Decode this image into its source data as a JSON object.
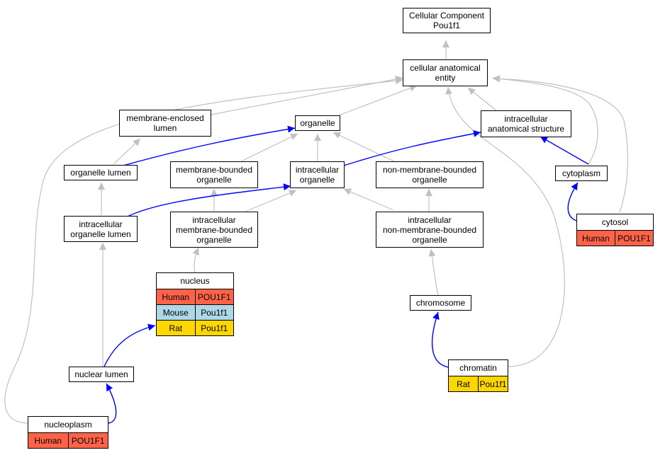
{
  "nodes": {
    "root": {
      "line1": "Cellular Component",
      "line2": "Pou1f1"
    },
    "cae": {
      "line1": "cellular anatomical",
      "line2": "entity"
    },
    "mel": {
      "line1": "membrane-enclosed",
      "line2": "lumen"
    },
    "organelle": {
      "label": "organelle"
    },
    "ias": {
      "line1": "intracellular",
      "line2": "anatomical structure"
    },
    "olumen": {
      "label": "organelle lumen"
    },
    "mbo": {
      "line1": "membrane-bounded",
      "line2": "organelle"
    },
    "io": {
      "line1": "intracellular",
      "line2": "organelle"
    },
    "nmbo": {
      "line1": "non-membrane-bounded",
      "line2": "organelle"
    },
    "cytoplasm": {
      "label": "cytoplasm"
    },
    "iol": {
      "line1": "intracellular",
      "line2": "organelle lumen"
    },
    "imbo": {
      "line1": "intracellular",
      "line2": "membrane-bounded",
      "line3": "organelle"
    },
    "inmbo": {
      "line1": "intracellular",
      "line2": "non-membrane-bounded",
      "line3": "organelle"
    },
    "chromosome": {
      "label": "chromosome"
    },
    "nlumen": {
      "label": "nuclear lumen"
    }
  },
  "cards": {
    "cytosol": {
      "title": "cytosol",
      "rows": [
        {
          "species": "Human",
          "gene": "POU1F1"
        }
      ]
    },
    "nucleus": {
      "title": "nucleus",
      "rows": [
        {
          "species": "Human",
          "gene": "POU1F1"
        },
        {
          "species": "Mouse",
          "gene": "Pou1f1"
        },
        {
          "species": "Rat",
          "gene": "Pou1f1"
        }
      ]
    },
    "chromatin": {
      "title": "chromatin",
      "rows": [
        {
          "species": "Rat",
          "gene": "Pou1f1"
        }
      ]
    },
    "nucleoplasm": {
      "title": "nucleoplasm",
      "rows": [
        {
          "species": "Human",
          "gene": "POU1F1"
        }
      ]
    }
  },
  "colors": {
    "human": "#ff6347",
    "mouse": "#add8e6",
    "rat": "#ffd700",
    "is_a_edge": "#c0c0c0",
    "part_of_edge": "#0000ff"
  }
}
